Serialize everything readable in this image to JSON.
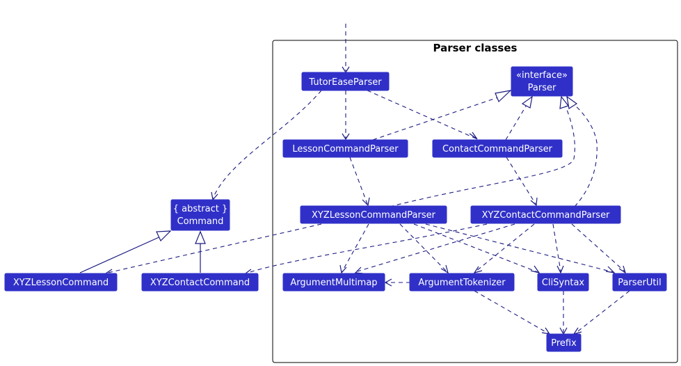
{
  "package": {
    "title": "Parser classes"
  },
  "classes": {
    "tutorEaseParser": {
      "label": "TutorEaseParser"
    },
    "parserInterface": {
      "stereotype": "«interface»",
      "label": "Parser"
    },
    "lessonCommandParser": {
      "label": "LessonCommandParser"
    },
    "contactCommandParser": {
      "label": "ContactCommandParser"
    },
    "abstractCommand": {
      "stereotype": "{ abstract }",
      "label": "Command"
    },
    "xyzLessonCommandParser": {
      "label": "XYZLessonCommandParser"
    },
    "xyzContactCommandParser": {
      "label": "XYZContactCommandParser"
    },
    "xyzLessonCommand": {
      "label": "XYZLessonCommand"
    },
    "xyzContactCommand": {
      "label": "XYZContactCommand"
    },
    "argumentMultimap": {
      "label": "ArgumentMultimap"
    },
    "argumentTokenizer": {
      "label": "ArgumentTokenizer"
    },
    "cliSyntax": {
      "label": "CliSyntax"
    },
    "parserUtil": {
      "label": "ParserUtil"
    },
    "prefix": {
      "label": "Prefix"
    }
  },
  "colors": {
    "class_fill": "#3030c8",
    "class_text": "#ffffff",
    "connector": "#1a1a80",
    "frame": "#000000"
  }
}
